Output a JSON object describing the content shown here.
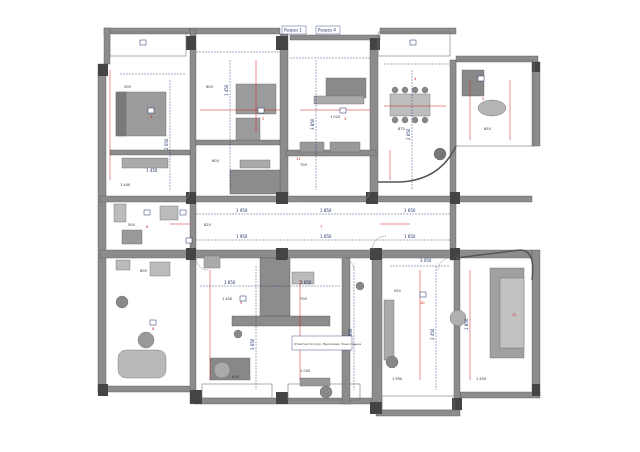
{
  "drawing": {
    "top_tags": [
      "Разрез 1",
      "Разрез 4"
    ],
    "annotation": "Отметки по полу: Прихожая, Зона отдыха",
    "accent": "#d21e1e",
    "wall_color": "#8c8c8c",
    "dim_color": "#1d2f6b",
    "dims_horizontal": [
      "1 950",
      "1 850",
      "1 650",
      "1 950",
      "1 650",
      "1 650",
      "3 050",
      "1 850",
      "1 650",
      "1 450"
    ],
    "dims_vertical": [
      "1 450",
      "3 850",
      "2 650",
      "2 050",
      "3 650",
      "1 950",
      "2 450",
      "1 850"
    ],
    "room_numbers": [
      "1",
      "2",
      "3",
      "4",
      "5",
      "6",
      "7",
      "8",
      "9",
      "10",
      "11",
      "12"
    ],
    "small_dims": [
      "500",
      "600",
      "1 020",
      "875",
      "650",
      "600",
      "700",
      "1 400",
      "500",
      "820",
      "600",
      "1 450",
      "700",
      "620",
      "1 050",
      "550",
      "1 450",
      "1 950"
    ]
  }
}
